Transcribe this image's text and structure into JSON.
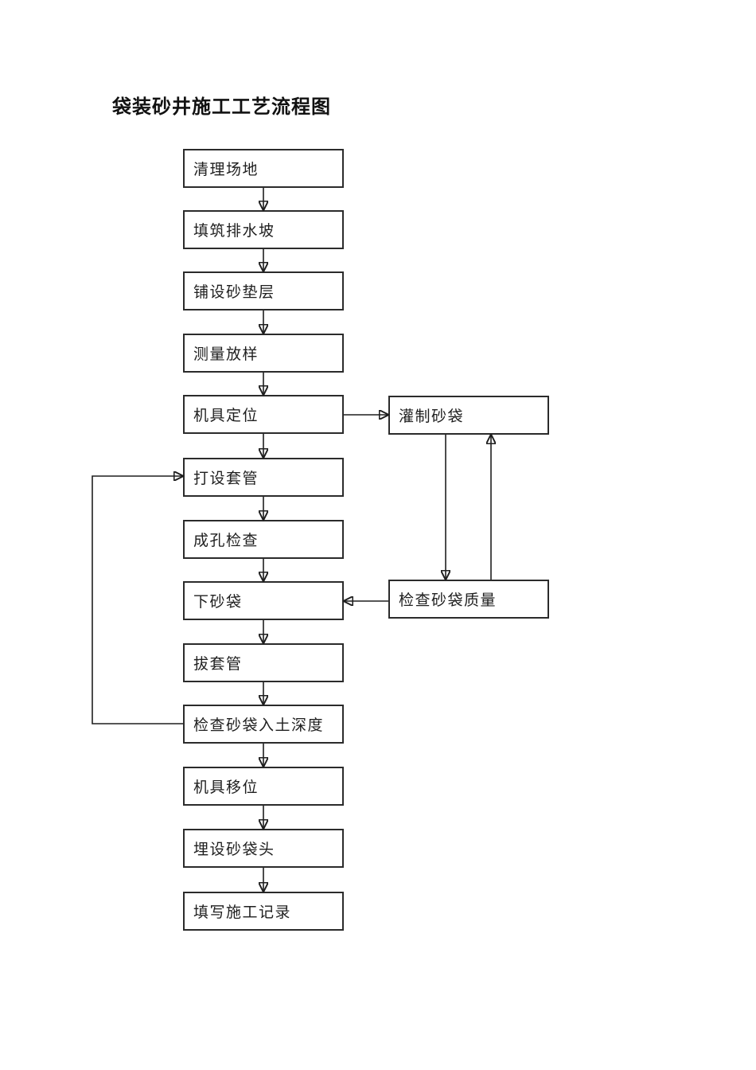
{
  "title": "袋装砂井施工工艺流程图",
  "colors": {
    "background": "#ffffff",
    "line": "#1f1f1f",
    "box_border": "#2b2b2b",
    "text": "#1a1a1a"
  },
  "flow": {
    "main_steps": [
      {
        "label": "清理场地"
      },
      {
        "label": "填筑排水坡"
      },
      {
        "label": "铺设砂垫层"
      },
      {
        "label": "测量放样"
      },
      {
        "label": "机具定位"
      },
      {
        "label": "打设套管"
      },
      {
        "label": "成孔检查"
      },
      {
        "label": "下砂袋"
      },
      {
        "label": "拔套管"
      },
      {
        "label": "检查砂袋入土深度"
      },
      {
        "label": "机具移位"
      },
      {
        "label": "埋设砂袋头"
      },
      {
        "label": "填写施工记录"
      }
    ],
    "side_steps": [
      {
        "label": "灌制砂袋"
      },
      {
        "label": "检查砂袋质量"
      }
    ],
    "edges": [
      {
        "from": "清理场地",
        "to": "填筑排水坡"
      },
      {
        "from": "填筑排水坡",
        "to": "铺设砂垫层"
      },
      {
        "from": "铺设砂垫层",
        "to": "测量放样"
      },
      {
        "from": "测量放样",
        "to": "机具定位"
      },
      {
        "from": "机具定位",
        "to": "打设套管"
      },
      {
        "from": "打设套管",
        "to": "成孔检查"
      },
      {
        "from": "成孔检查",
        "to": "下砂袋"
      },
      {
        "from": "下砂袋",
        "to": "拔套管"
      },
      {
        "from": "拔套管",
        "to": "检查砂袋入土深度"
      },
      {
        "from": "检查砂袋入土深度",
        "to": "机具移位"
      },
      {
        "from": "机具移位",
        "to": "埋设砂袋头"
      },
      {
        "from": "埋设砂袋头",
        "to": "填写施工记录"
      },
      {
        "from": "机具定位",
        "to": "灌制砂袋"
      },
      {
        "from": "灌制砂袋",
        "to": "检查砂袋质量"
      },
      {
        "from": "检查砂袋质量",
        "to": "灌制砂袋"
      },
      {
        "from": "检查砂袋质量",
        "to": "下砂袋"
      },
      {
        "from": "检查砂袋入土深度",
        "to": "打设套管"
      }
    ]
  }
}
